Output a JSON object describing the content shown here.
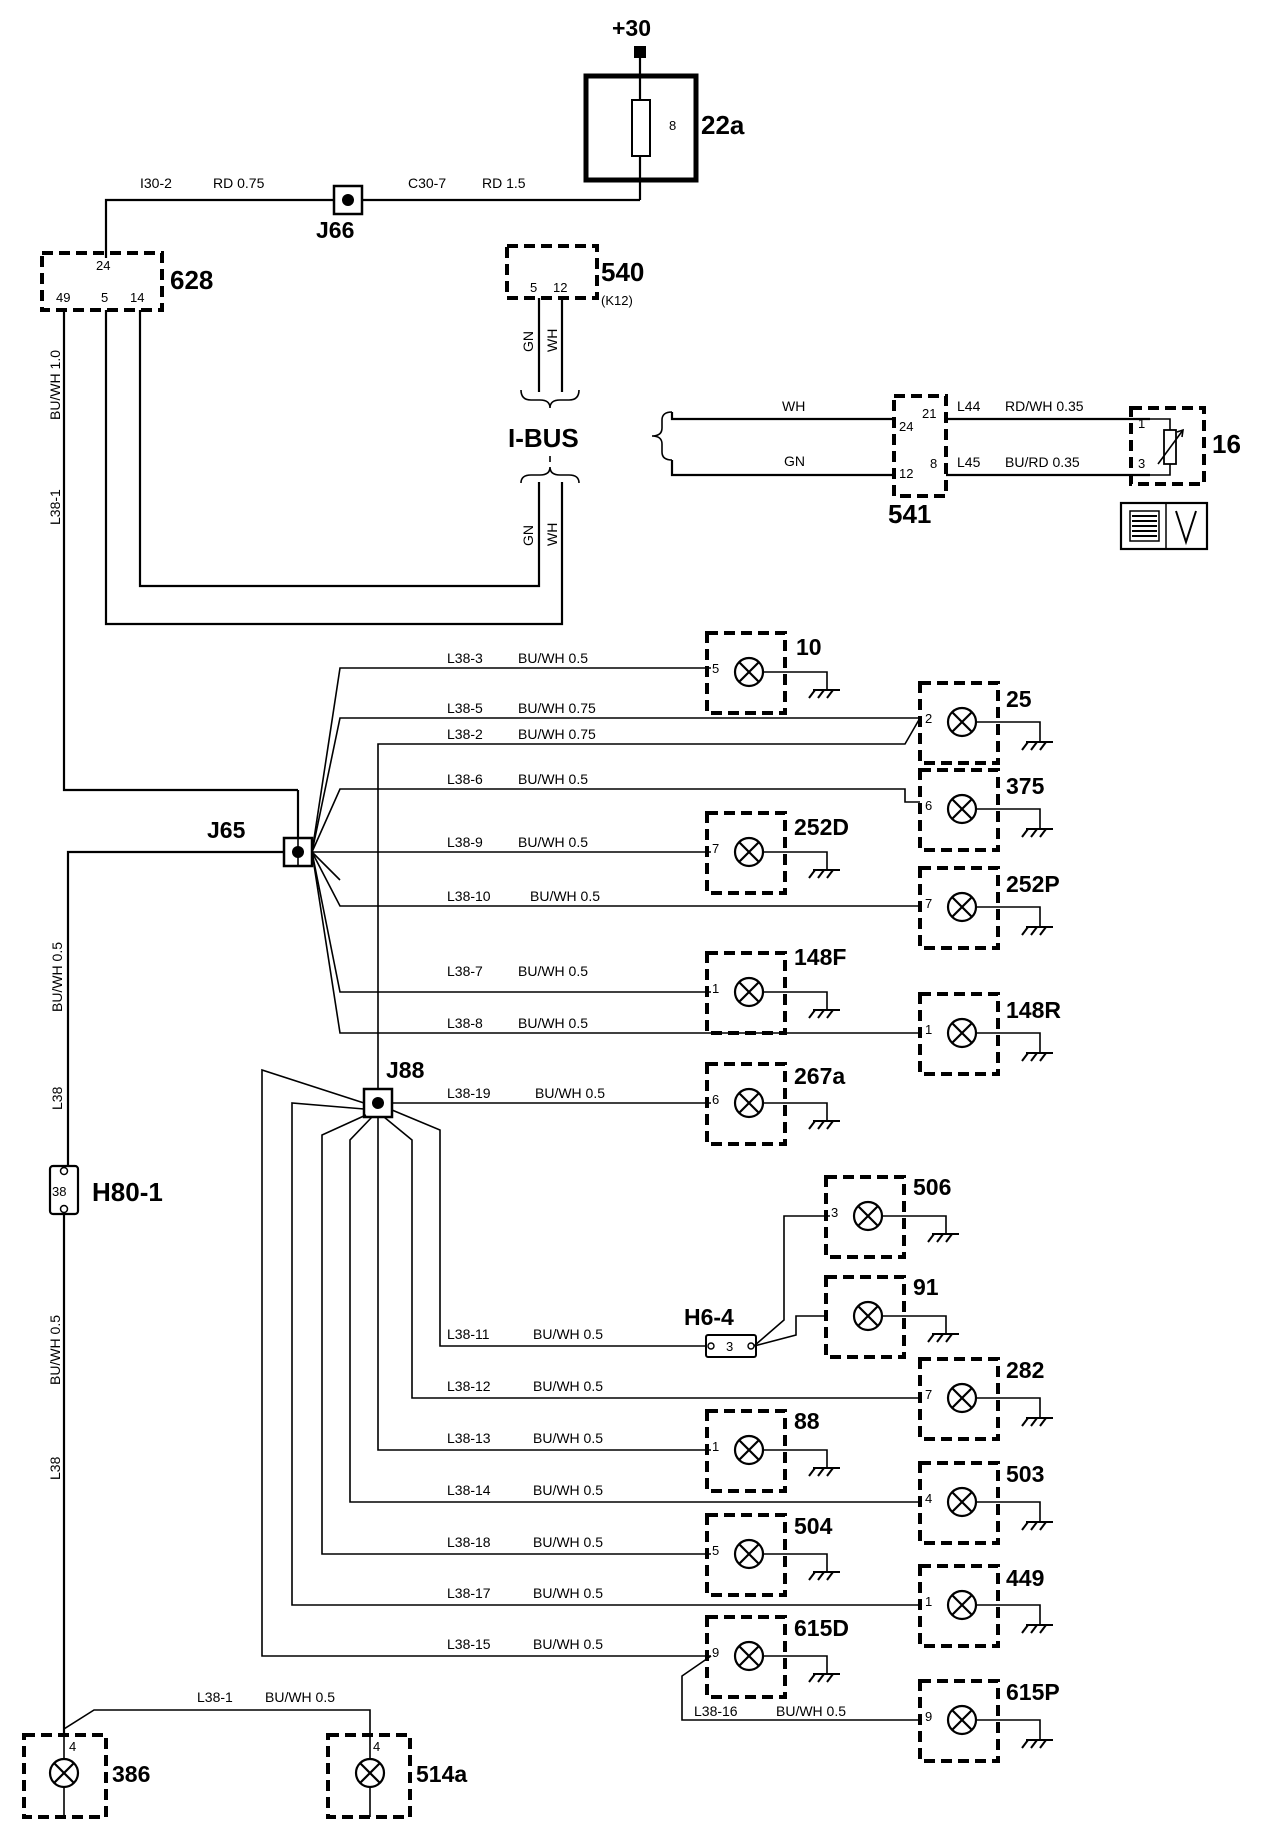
{
  "supply": {
    "label": "+30"
  },
  "fuse": {
    "id": "22a",
    "pin": "8"
  },
  "top_wires": {
    "left": {
      "code": "I30-2",
      "spec": "RD 0.75"
    },
    "right": {
      "code": "C30-7",
      "spec": "RD 1.5"
    }
  },
  "splices": {
    "j66": "J66",
    "j65": "J65",
    "j88": "J88"
  },
  "module_628": {
    "id": "628",
    "pin_top": "24",
    "pins_bottom": [
      "49",
      "5",
      "14"
    ]
  },
  "module_540": {
    "id": "540",
    "sub": "(K12)",
    "pins": [
      "5",
      "12"
    ]
  },
  "bus": {
    "label": "I-BUS",
    "upper_colors": [
      "GN",
      "WH"
    ],
    "lower_colors": [
      "GN",
      "WH"
    ]
  },
  "module_541": {
    "id": "541",
    "left_pins": [
      "24",
      "12"
    ],
    "right_pins": [
      "21",
      "8"
    ],
    "wire_colors": [
      "WH",
      "GN"
    ],
    "out_wires": [
      {
        "code": "L44",
        "spec": "RD/WH 0.35"
      },
      {
        "code": "L45",
        "spec": "BU/RD 0.35"
      }
    ]
  },
  "rheostat": {
    "id": "16",
    "pins": [
      "1",
      "3"
    ]
  },
  "icons": {
    "dimmer": "dimmer-symbol-icon",
    "lamp": "lamp-cross-icon",
    "ground": "ground-icon"
  },
  "vertical_wires": {
    "l38_1_top": "L38-1",
    "bu_wh_10": "BU/WH 1.0",
    "l38_mid": "L38",
    "bu_wh_05_mid": "BU/WH 0.5",
    "l38_low": "L38",
    "bu_wh_05_low": "BU/WH 0.5"
  },
  "connector_h80": {
    "id": "H80-1",
    "pin": "38"
  },
  "connector_h6": {
    "id": "H6-4",
    "pin": "3"
  },
  "j65_branches": [
    {
      "code": "L38-3",
      "spec": "BU/WH 0.5",
      "pin": "5",
      "lamp": "10"
    },
    {
      "code": "L38-5",
      "spec": "BU/WH 0.75",
      "pin": "2",
      "lamp": "25"
    },
    {
      "code": "L38-2",
      "spec": "BU/WH 0.75"
    },
    {
      "code": "L38-6",
      "spec": "BU/WH 0.5",
      "pin": "6",
      "lamp": "375"
    },
    {
      "code": "L38-9",
      "spec": "BU/WH 0.5",
      "pin": "7",
      "lamp": "252D"
    },
    {
      "code": "L38-10",
      "spec": "BU/WH 0.5",
      "pin": "7",
      "lamp": "252P"
    },
    {
      "code": "L38-7",
      "spec": "BU/WH 0.5",
      "pin": "1",
      "lamp": "148F"
    },
    {
      "code": "L38-8",
      "spec": "BU/WH 0.5",
      "pin": "1",
      "lamp": "148R"
    }
  ],
  "j88_branches": [
    {
      "code": "L38-19",
      "spec": "BU/WH 0.5",
      "pin": "6",
      "lamp": "267a"
    },
    {
      "code": "L38-11",
      "spec": "BU/WH 0.5"
    },
    {
      "code": "L38-12",
      "spec": "BU/WH 0.5",
      "pin": "7",
      "lamp": "282"
    },
    {
      "code": "L38-13",
      "spec": "BU/WH 0.5",
      "pin": "1",
      "lamp": "88"
    },
    {
      "code": "L38-14",
      "spec": "BU/WH 0.5",
      "pin": "4",
      "lamp": "503"
    },
    {
      "code": "L38-18",
      "spec": "BU/WH 0.5",
      "pin": "5",
      "lamp": "504"
    },
    {
      "code": "L38-17",
      "spec": "BU/WH 0.5",
      "pin": "1",
      "lamp": "449"
    },
    {
      "code": "L38-15",
      "spec": "BU/WH 0.5",
      "pin": "9",
      "lamp": "615D"
    },
    {
      "code": "L38-16",
      "spec": "BU/WH 0.5",
      "pin": "9",
      "lamp": "615P"
    }
  ],
  "h6_lamps": [
    {
      "pin": "3",
      "lamp": "506"
    },
    {
      "lamp": "91"
    }
  ],
  "bottom": {
    "wire": {
      "code": "L38-1",
      "spec": "BU/WH 0.5"
    },
    "lamps": [
      {
        "pin": "4",
        "lamp": "386"
      },
      {
        "pin": "4",
        "lamp": "514a"
      }
    ]
  }
}
